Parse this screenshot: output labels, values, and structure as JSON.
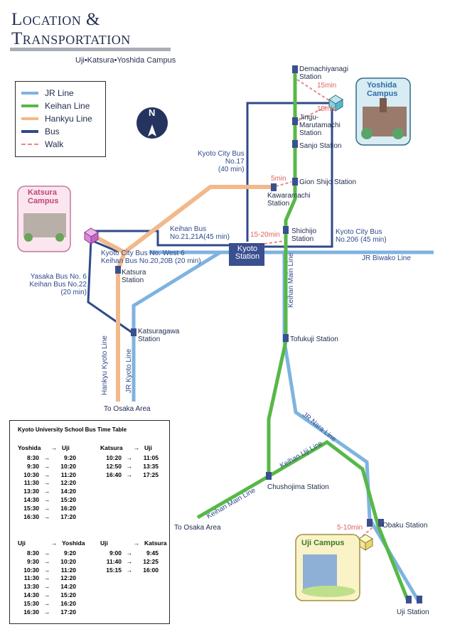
{
  "header": {
    "title_line1": "Location &",
    "title_line2": "Transportation",
    "subtitle": "Uji•Katsura•Yoshida Campus"
  },
  "legend": [
    {
      "label": "JR Line",
      "color": "#7fb3e0"
    },
    {
      "label": "Keihan Line",
      "color": "#57b847"
    },
    {
      "label": "Hankyu Line",
      "color": "#f2b98a"
    },
    {
      "label": "Bus",
      "color": "#2f4a8a"
    },
    {
      "label": "Walk",
      "color": "#e48a8a"
    }
  ],
  "compass": "N",
  "campuses": {
    "yoshida": "Yoshida\nCampus",
    "katsura": "Katsura\nCampus",
    "uji": "Uji Campus"
  },
  "stations": {
    "demachiyanagi": "Demachiyanagi\nStation",
    "jingu": "Jingu-\nMarutamachi\nStation",
    "sanjo": "Sanjo Station",
    "gion": "Gion Shijo Station",
    "kawaramachi": "Kawaramachi\nStation",
    "shichijo": "Shichijo\nStation",
    "kyoto": "Kyoto\nStation",
    "katsura": "Katsura\nStation",
    "katsuragawa": "Katsuragawa\nStation",
    "tofukuji": "Tofukuji Station",
    "chushojima": "Chushojima Station",
    "obaku": "Obaku Station",
    "uji": "Uji Station"
  },
  "routes": {
    "kyoto_city_bus_17": "Kyoto City Bus\nNo.17\n(40 min)",
    "kyoto_city_bus_206": "Kyoto City Bus\nNo.206 (45 min)",
    "keihan_bus_21": "Keihan Bus\nNo.21,21A(45 min)",
    "west6": "Kyoto City Bus No. West 6\nKeihan Bus No.20,20B     (20 min)",
    "yasaka": "Yasaka Bus No. 6\nKeihan Bus No.22\n(20 min)"
  },
  "walk_times": {
    "demachi": "15min",
    "jingu": "15min",
    "gion": "5min",
    "kyoto": "15-20min",
    "uji": "5-10min"
  },
  "line_labels": {
    "jr_biwako": "JR Biwako Line",
    "keihan_main": "Keihan Main Line",
    "keihan_main_sw": "Keihan Main Line",
    "hankyu_kyoto": "Hankyu Kyoto Line",
    "jr_kyoto": "JR Kyoto Line",
    "jr_nara": "JR Nara Line",
    "keihan_uji": "Keihan Uji Line"
  },
  "destinations": {
    "osaka1": "To Osaka Area",
    "osaka2": "To Osaka Area"
  },
  "timetable": {
    "title": "Kyoto University School Bus Time Table",
    "blocks": [
      {
        "from": "Yoshida",
        "to": "Uji",
        "rows": [
          [
            "8:30",
            "9:20"
          ],
          [
            "9:30",
            "10:20"
          ],
          [
            "10:30",
            "11:20"
          ],
          [
            "11:30",
            "12:20"
          ],
          [
            "13:30",
            "14:20"
          ],
          [
            "14:30",
            "15:20"
          ],
          [
            "15:30",
            "16:20"
          ],
          [
            "16:30",
            "17:20"
          ]
        ]
      },
      {
        "from": "Katsura",
        "to": "Uji",
        "rows": [
          [
            "10:20",
            "11:05"
          ],
          [
            "12:50",
            "13:35"
          ],
          [
            "16:40",
            "17:25"
          ]
        ]
      },
      {
        "from": "Uji",
        "to": "Yoshida",
        "rows": [
          [
            "8:30",
            "9:20"
          ],
          [
            "9:30",
            "10:20"
          ],
          [
            "10:30",
            "11:20"
          ],
          [
            "11:30",
            "12:20"
          ],
          [
            "13:30",
            "14:20"
          ],
          [
            "14:30",
            "15:20"
          ],
          [
            "15:30",
            "16:20"
          ],
          [
            "16:30",
            "17:20"
          ]
        ]
      },
      {
        "from": "Uji",
        "to": "Katsura",
        "rows": [
          [
            "9:00",
            "9:45"
          ],
          [
            "11:40",
            "12:25"
          ],
          [
            "15:15",
            "16:00"
          ]
        ]
      }
    ],
    "arrow": "→"
  }
}
